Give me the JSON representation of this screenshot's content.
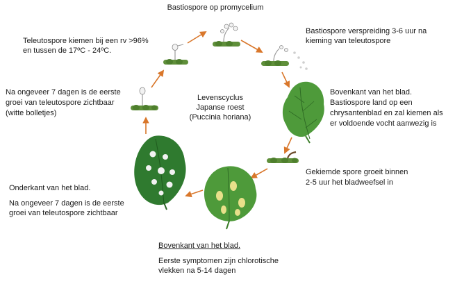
{
  "title": "Bastiospore op promycelium",
  "center_label": {
    "line1": "Levenscyclus",
    "line2": "Japanse roest",
    "line3": "(Puccinia horiana)"
  },
  "stages": {
    "top_left": {
      "line1": "Teleutospore kiemen bij een rv >96%",
      "line2": "en tussen de 17ºC - 24ºC."
    },
    "top_right": {
      "line1": "Bastiospore verspreiding 3-6 uur na",
      "line2": "kieming van teleutospore"
    },
    "right_upper": {
      "line1": "Bovenkant van het blad.",
      "line2": "Bastiospore land op een",
      "line3": "chrysantenblad en zal kiemen als",
      "line4": "er voldoende vocht aanwezig is"
    },
    "right_lower": {
      "line1": "Gekiemde spore groeit binnen",
      "line2": "2-5 uur het bladweefsel in"
    },
    "bottom": {
      "heading": "Bovenkant van het blad.",
      "line1": "Eerste symptomen zijn chlorotische",
      "line2": "vlekken na 5-14 dagen"
    },
    "left_lower": {
      "heading": "Onderkant van het blad.",
      "line1": "Na ongeveer 7 dagen is de eerste",
      "line2": "groei van teleutospore zichtbaar"
    },
    "left_upper": {
      "line1": "Na ongeveer 7 dagen is de eerste",
      "line2": "groei van teleutospore zichtbaar",
      "line3": "(witte bolletjes)"
    }
  },
  "colors": {
    "arrow": "#d9772b",
    "leaf_dark": "#2f7a2f",
    "leaf_mid": "#4e9a3a",
    "leaf_light": "#7fbf4d",
    "stem": "#5f8f3a",
    "spot_yellow": "#e8e08a",
    "spore_white": "#f2f2f2"
  }
}
